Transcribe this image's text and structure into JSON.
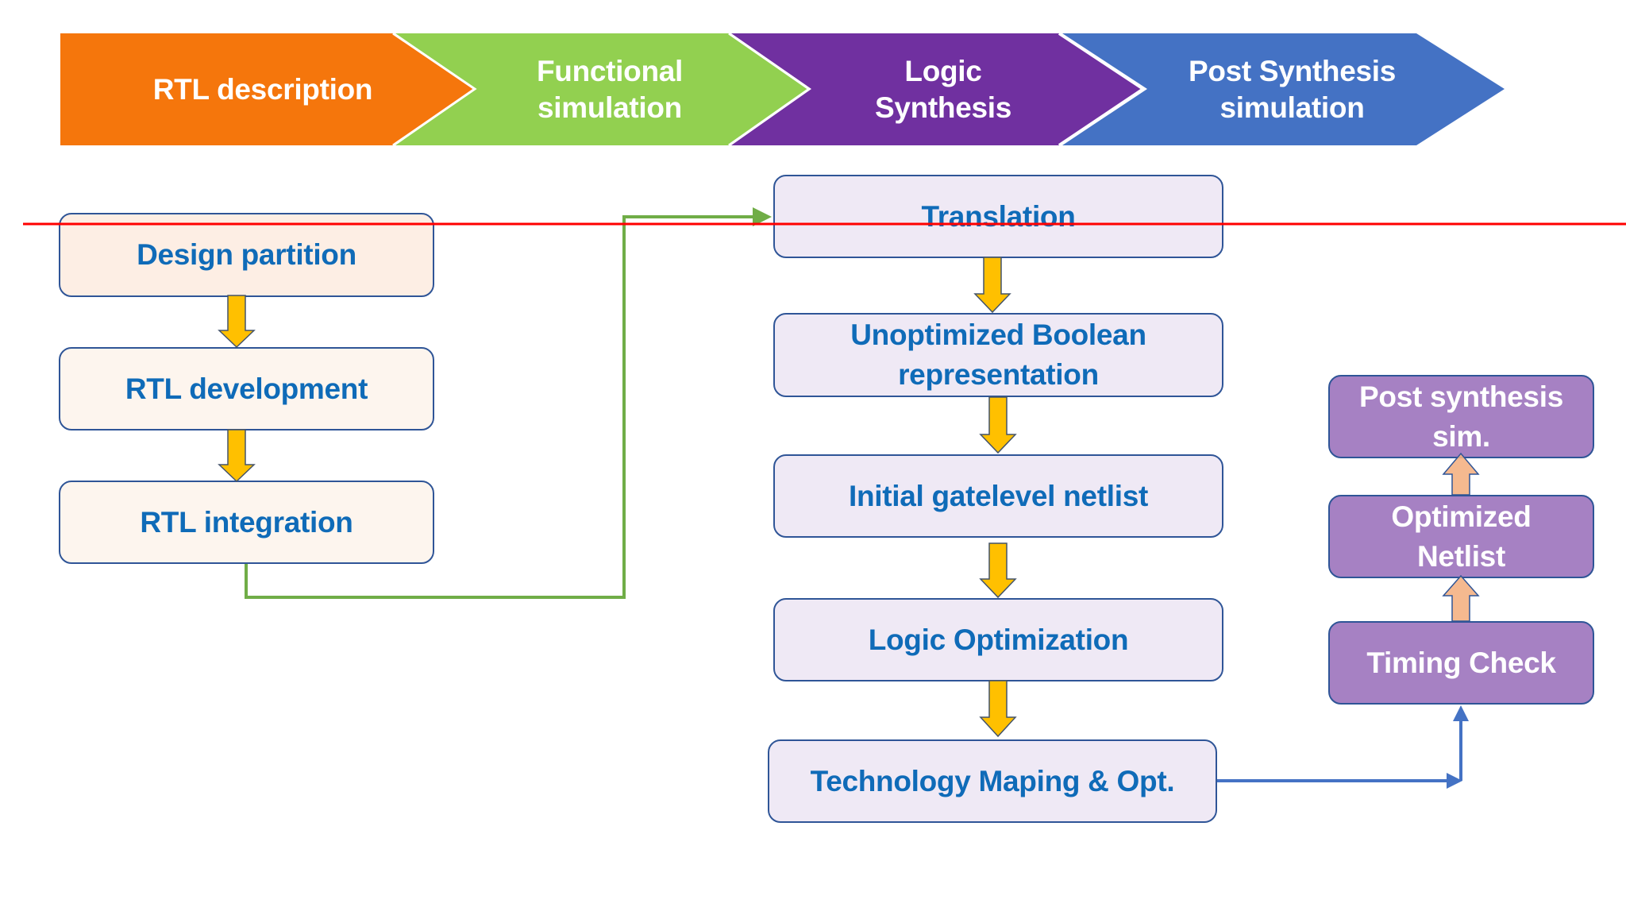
{
  "stages": [
    {
      "id": "rtl-description",
      "label": "RTL description",
      "color": "#f5760c"
    },
    {
      "id": "functional-simulation",
      "label": "Functional\nsimulation",
      "color": "#92d050"
    },
    {
      "id": "logic-synthesis",
      "label": "Logic\nSynthesis",
      "color": "#7030a0"
    },
    {
      "id": "post-synthesis-simulation",
      "label": "Post Synthesis\nsimulation",
      "color": "#4472c4"
    }
  ],
  "rtl_flow": [
    {
      "id": "design-partition",
      "label": "Design partition"
    },
    {
      "id": "rtl-development",
      "label": "RTL development"
    },
    {
      "id": "rtl-integration",
      "label": "RTL integration"
    }
  ],
  "synthesis_flow": [
    {
      "id": "translation",
      "label": "Translation"
    },
    {
      "id": "unoptimized-boolean",
      "label": "Unoptimized Boolean\nrepresentation"
    },
    {
      "id": "initial-gatelevel-netlist",
      "label": "Initial gatelevel netlist"
    },
    {
      "id": "logic-optimization",
      "label": "Logic Optimization"
    },
    {
      "id": "technology-mapping",
      "label": "Technology Maping & Opt."
    }
  ],
  "post_flow": [
    {
      "id": "post-synthesis-sim",
      "label": "Post synthesis\nsim."
    },
    {
      "id": "optimized-netlist",
      "label": "Optimized\nNetlist"
    },
    {
      "id": "timing-check",
      "label": "Timing Check"
    }
  ],
  "colors": {
    "box_text": "#0f6bb8",
    "box_border": "#2f5597",
    "down_arrow_fill": "#ffc000",
    "up_arrow_fill": "#f4b183",
    "green_connector": "#70ad47",
    "blue_connector": "#4472c4",
    "red_line": "#ff0000"
  }
}
